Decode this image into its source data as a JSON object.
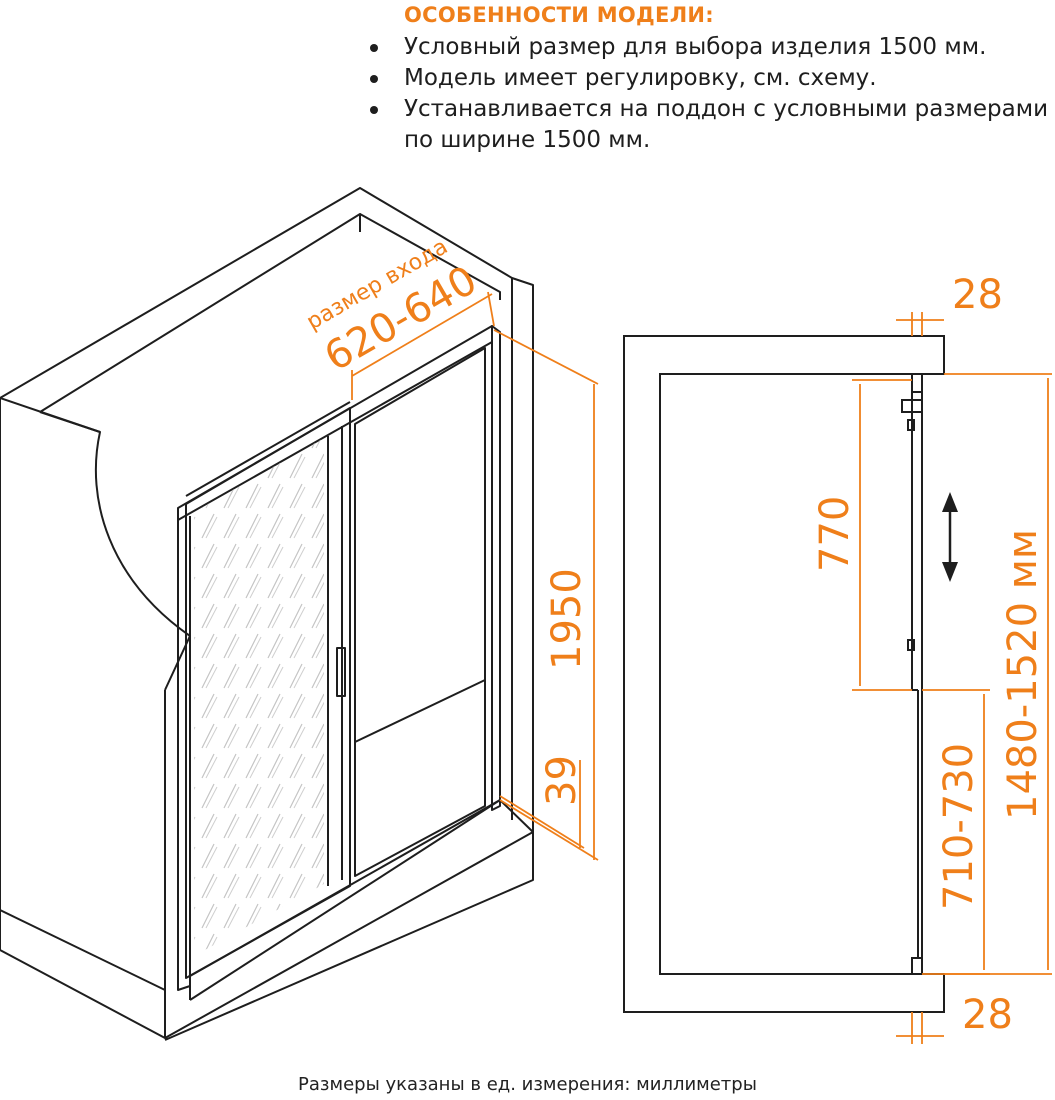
{
  "features": {
    "title": "ОСОБЕННОСТИ МОДЕЛИ:",
    "items": [
      "Условный размер для выбора изделия 1500 мм.",
      "Модель имеет регулировку, см. схему.",
      "Устанавливается на поддон с условными размерами по ширине 1500 мм."
    ]
  },
  "dimensions": {
    "entrance_label": "размер входа",
    "entrance_size": "620-640",
    "height": "1950",
    "base_offset": "39",
    "side_top": "28",
    "side_bottom": "28",
    "adjustment": "770",
    "lower": "710-730",
    "total_width": "1480-1520 мм"
  },
  "colors": {
    "accent": "#ef7f1a",
    "line": "#1e1e1e"
  },
  "footnote": "Размеры указаны в ед. измерения: миллиметры"
}
